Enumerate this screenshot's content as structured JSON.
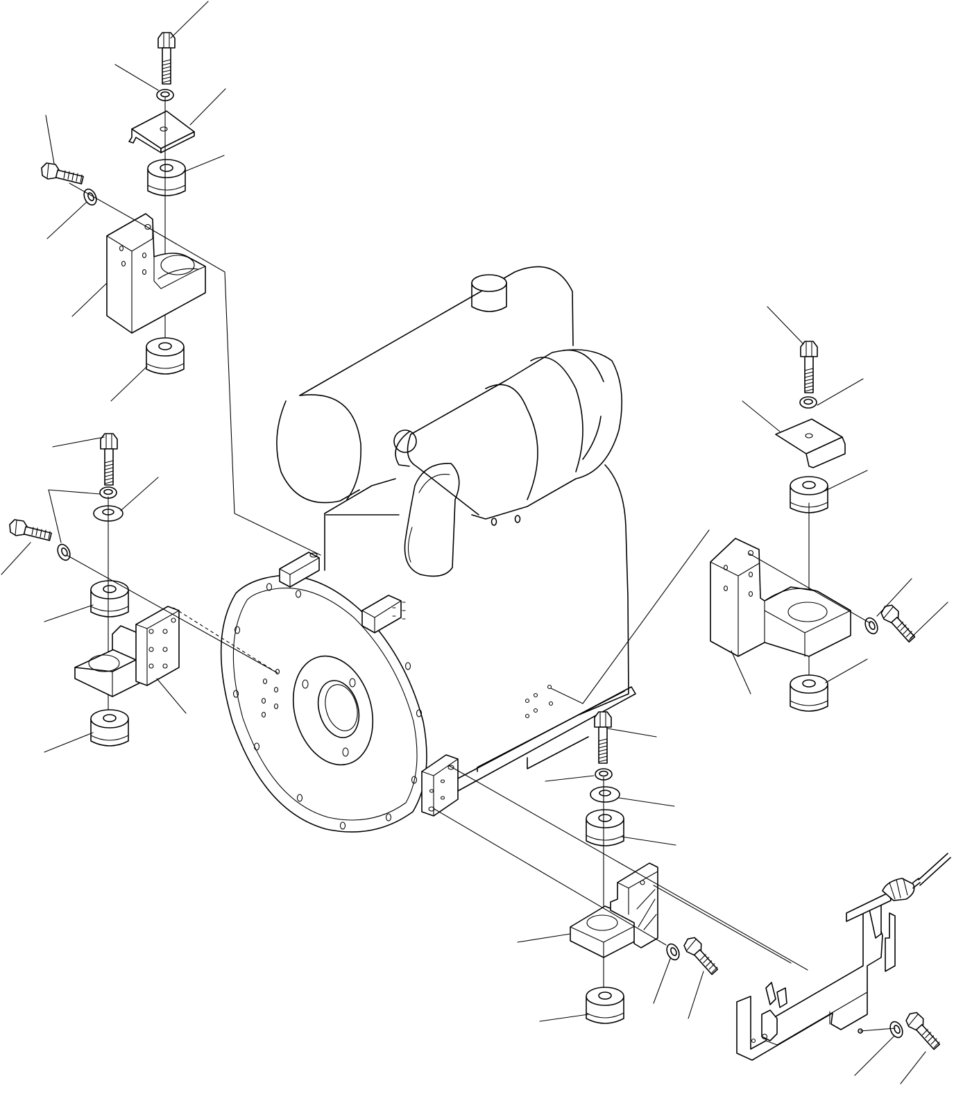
{
  "diagram": {
    "type": "exploded-parts-diagram",
    "subject": "engine-mounting",
    "colors": {
      "line": "#000000",
      "background": "#ffffff"
    },
    "mount_groups": [
      "upper-left",
      "middle-left",
      "right",
      "lower-front"
    ],
    "callout_count": 31
  }
}
